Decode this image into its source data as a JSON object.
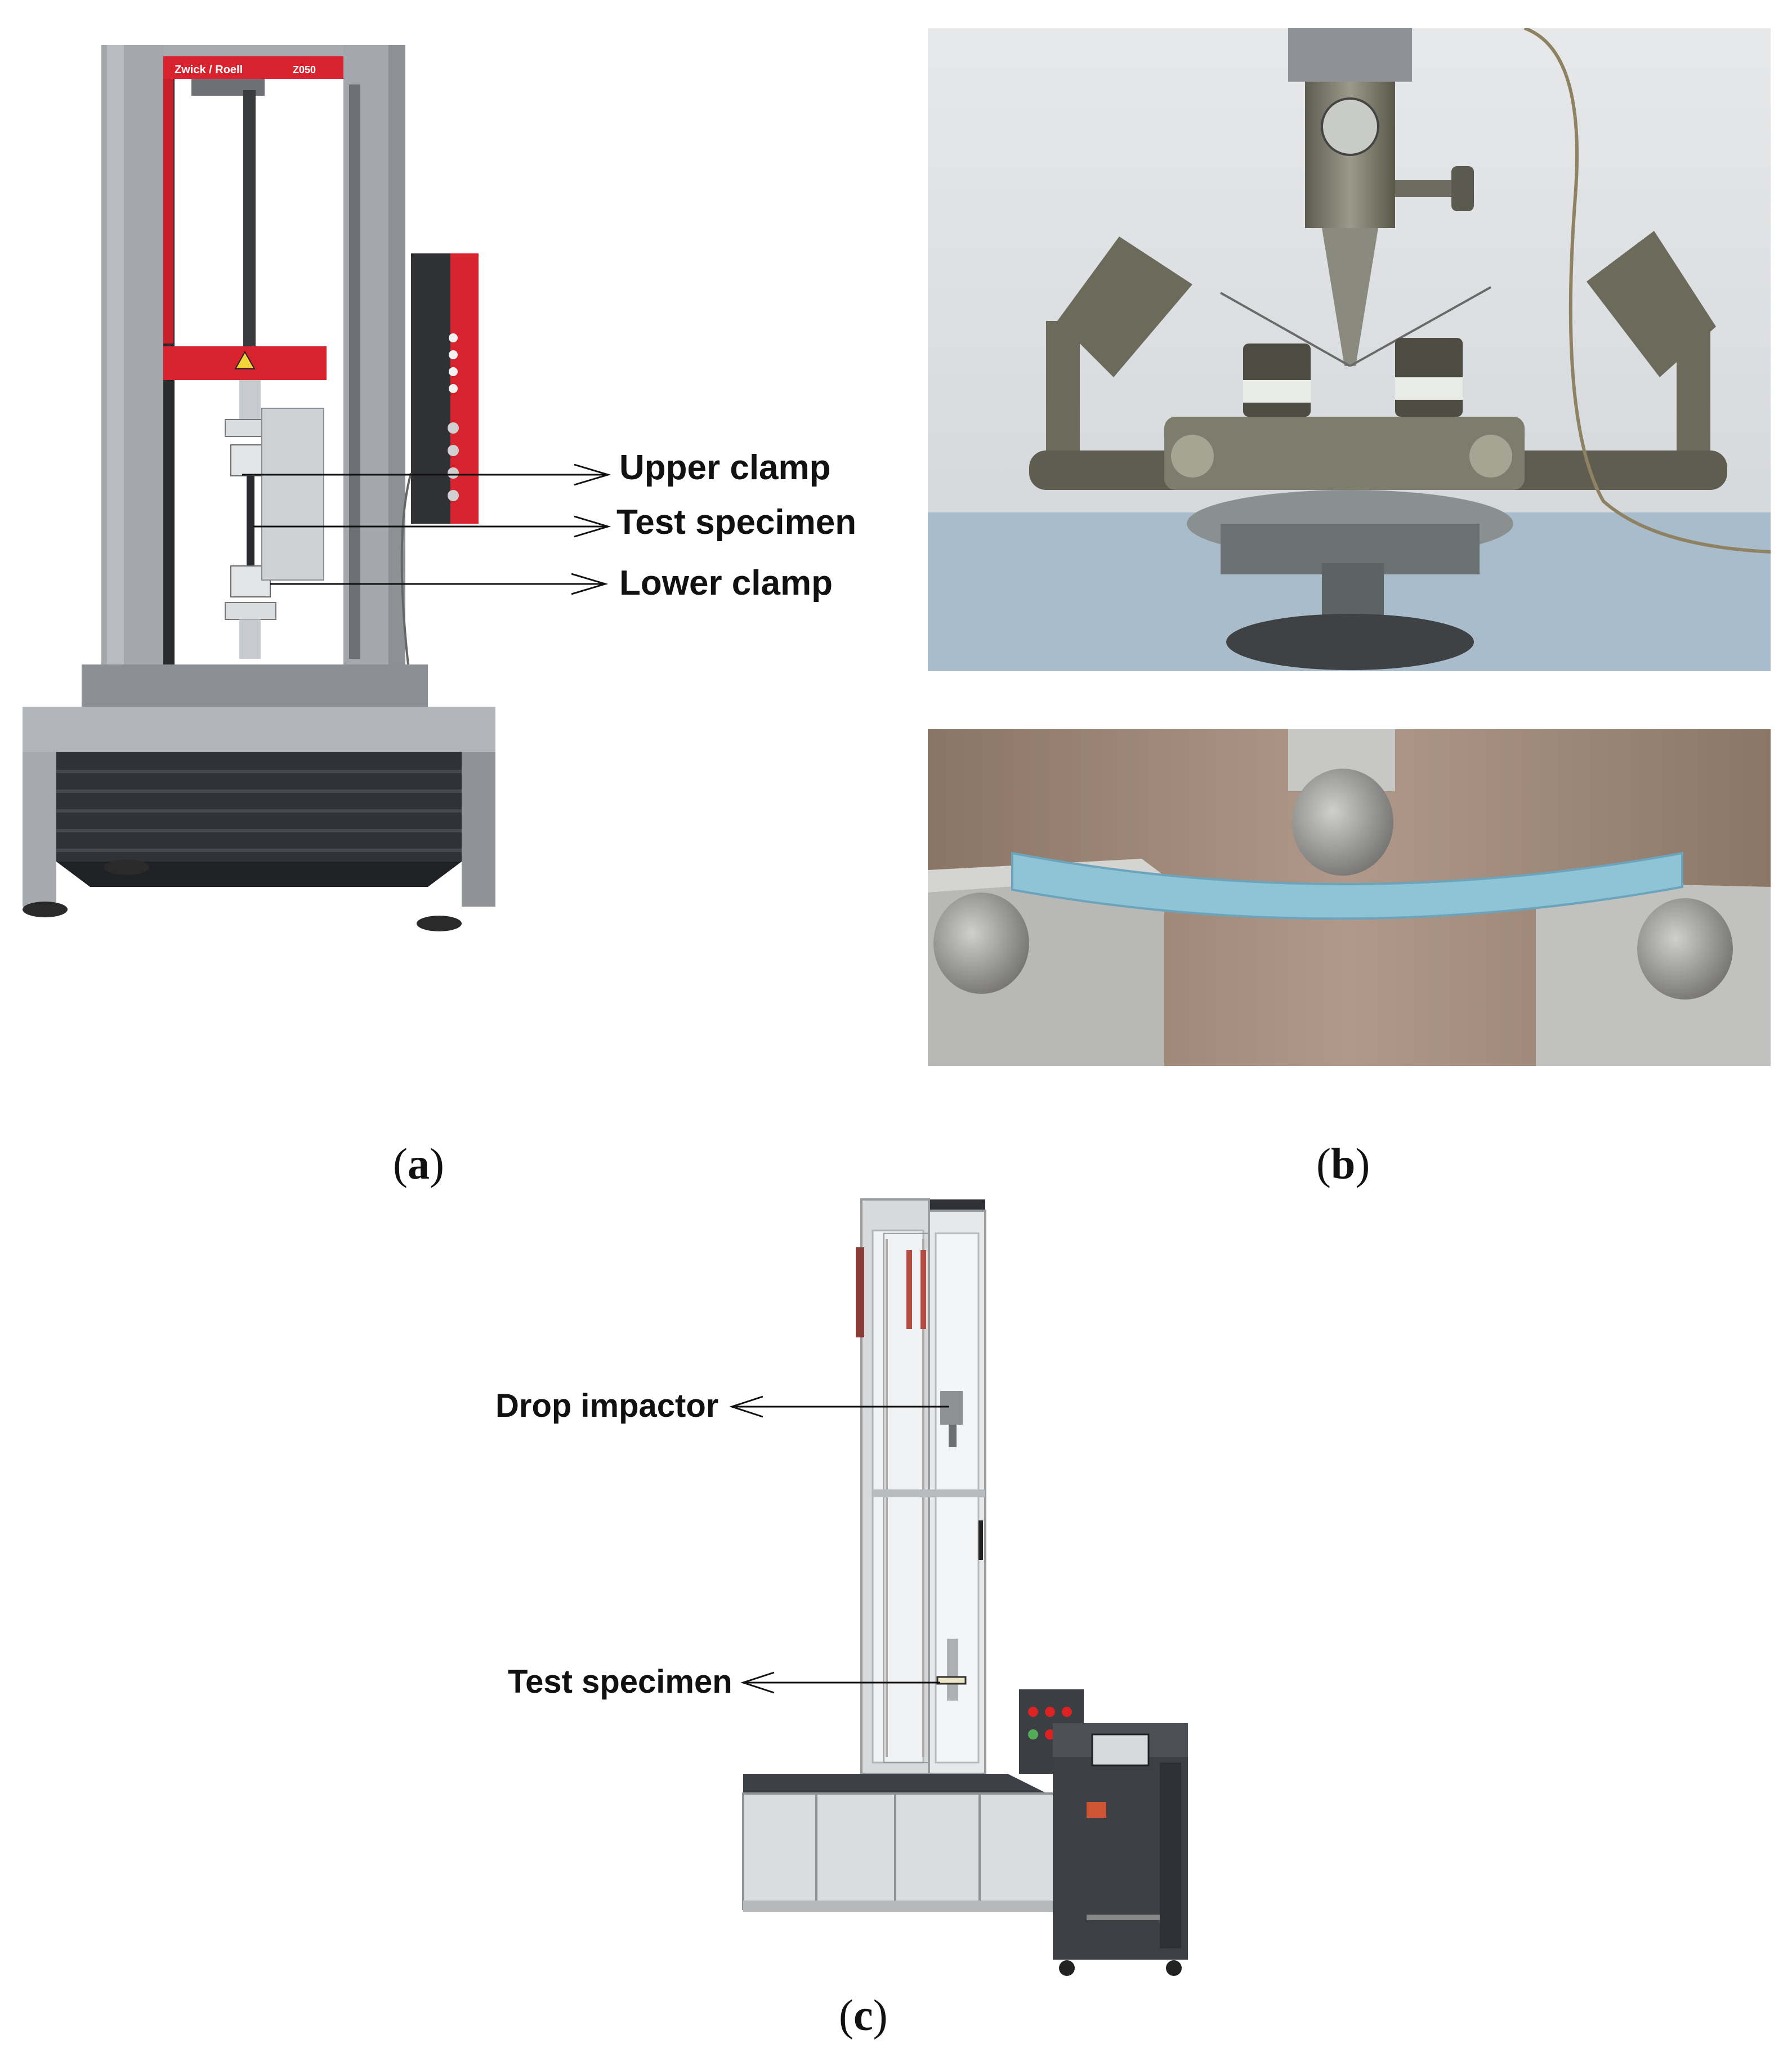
{
  "figure": {
    "panel_a": {
      "caption_letter": "a",
      "machine_brand": "Zwick / Roell",
      "machine_model": "Z050",
      "labels": {
        "upper_clamp": "Upper clamp",
        "test_specimen": "Test specimen",
        "lower_clamp": "Lower clamp"
      }
    },
    "panel_b": {
      "caption_letter": "b"
    },
    "panel_c": {
      "caption_letter": "c",
      "labels": {
        "drop_impactor": "Drop impactor",
        "test_specimen": "Test specimen"
      }
    },
    "colors": {
      "machine_gray": "#9fa3a7",
      "accent_red": "#d8232e",
      "dark_panel": "#3c3f44",
      "specimen_blue": "#8fc3d6"
    }
  }
}
